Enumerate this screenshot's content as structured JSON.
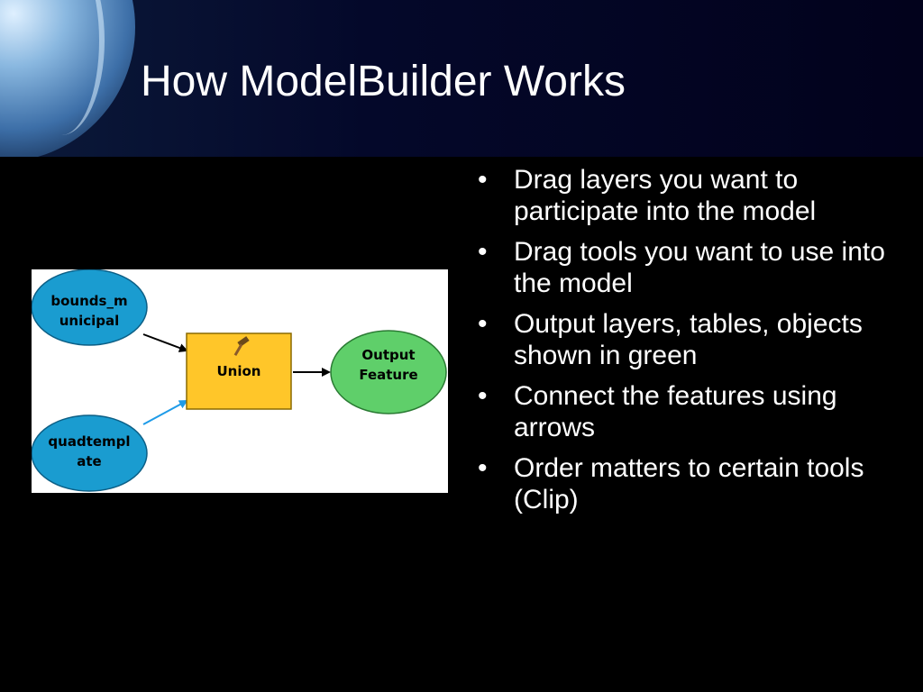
{
  "slide": {
    "title": "How ModelBuilder Works"
  },
  "diagram": {
    "nodes": {
      "input_1": {
        "line1": "bounds_m",
        "line2": "unicipal",
        "color": "#1a9cd0"
      },
      "input_2": {
        "line1": "quadtempl",
        "line2": "ate",
        "color": "#1a9cd0"
      },
      "tool": {
        "label": "Union",
        "color": "#ffc629"
      },
      "output": {
        "line1": "Output",
        "line2": "Feature",
        "color": "#5fcf6a"
      }
    },
    "connector_colors": {
      "default": "#000000",
      "selected": "#1e9be8"
    }
  },
  "bullets": [
    {
      "marker": "•",
      "text": "Drag layers you want to participate into the model"
    },
    {
      "marker": "•",
      "text": "Drag tools you want to use into the model"
    },
    {
      "marker": "•",
      "text": "Output layers, tables, objects shown in green"
    },
    {
      "marker": "•",
      "text": "Connect the features using arrows"
    },
    {
      "marker": "•",
      "text": "Order matters to certain tools (Clip)"
    }
  ]
}
